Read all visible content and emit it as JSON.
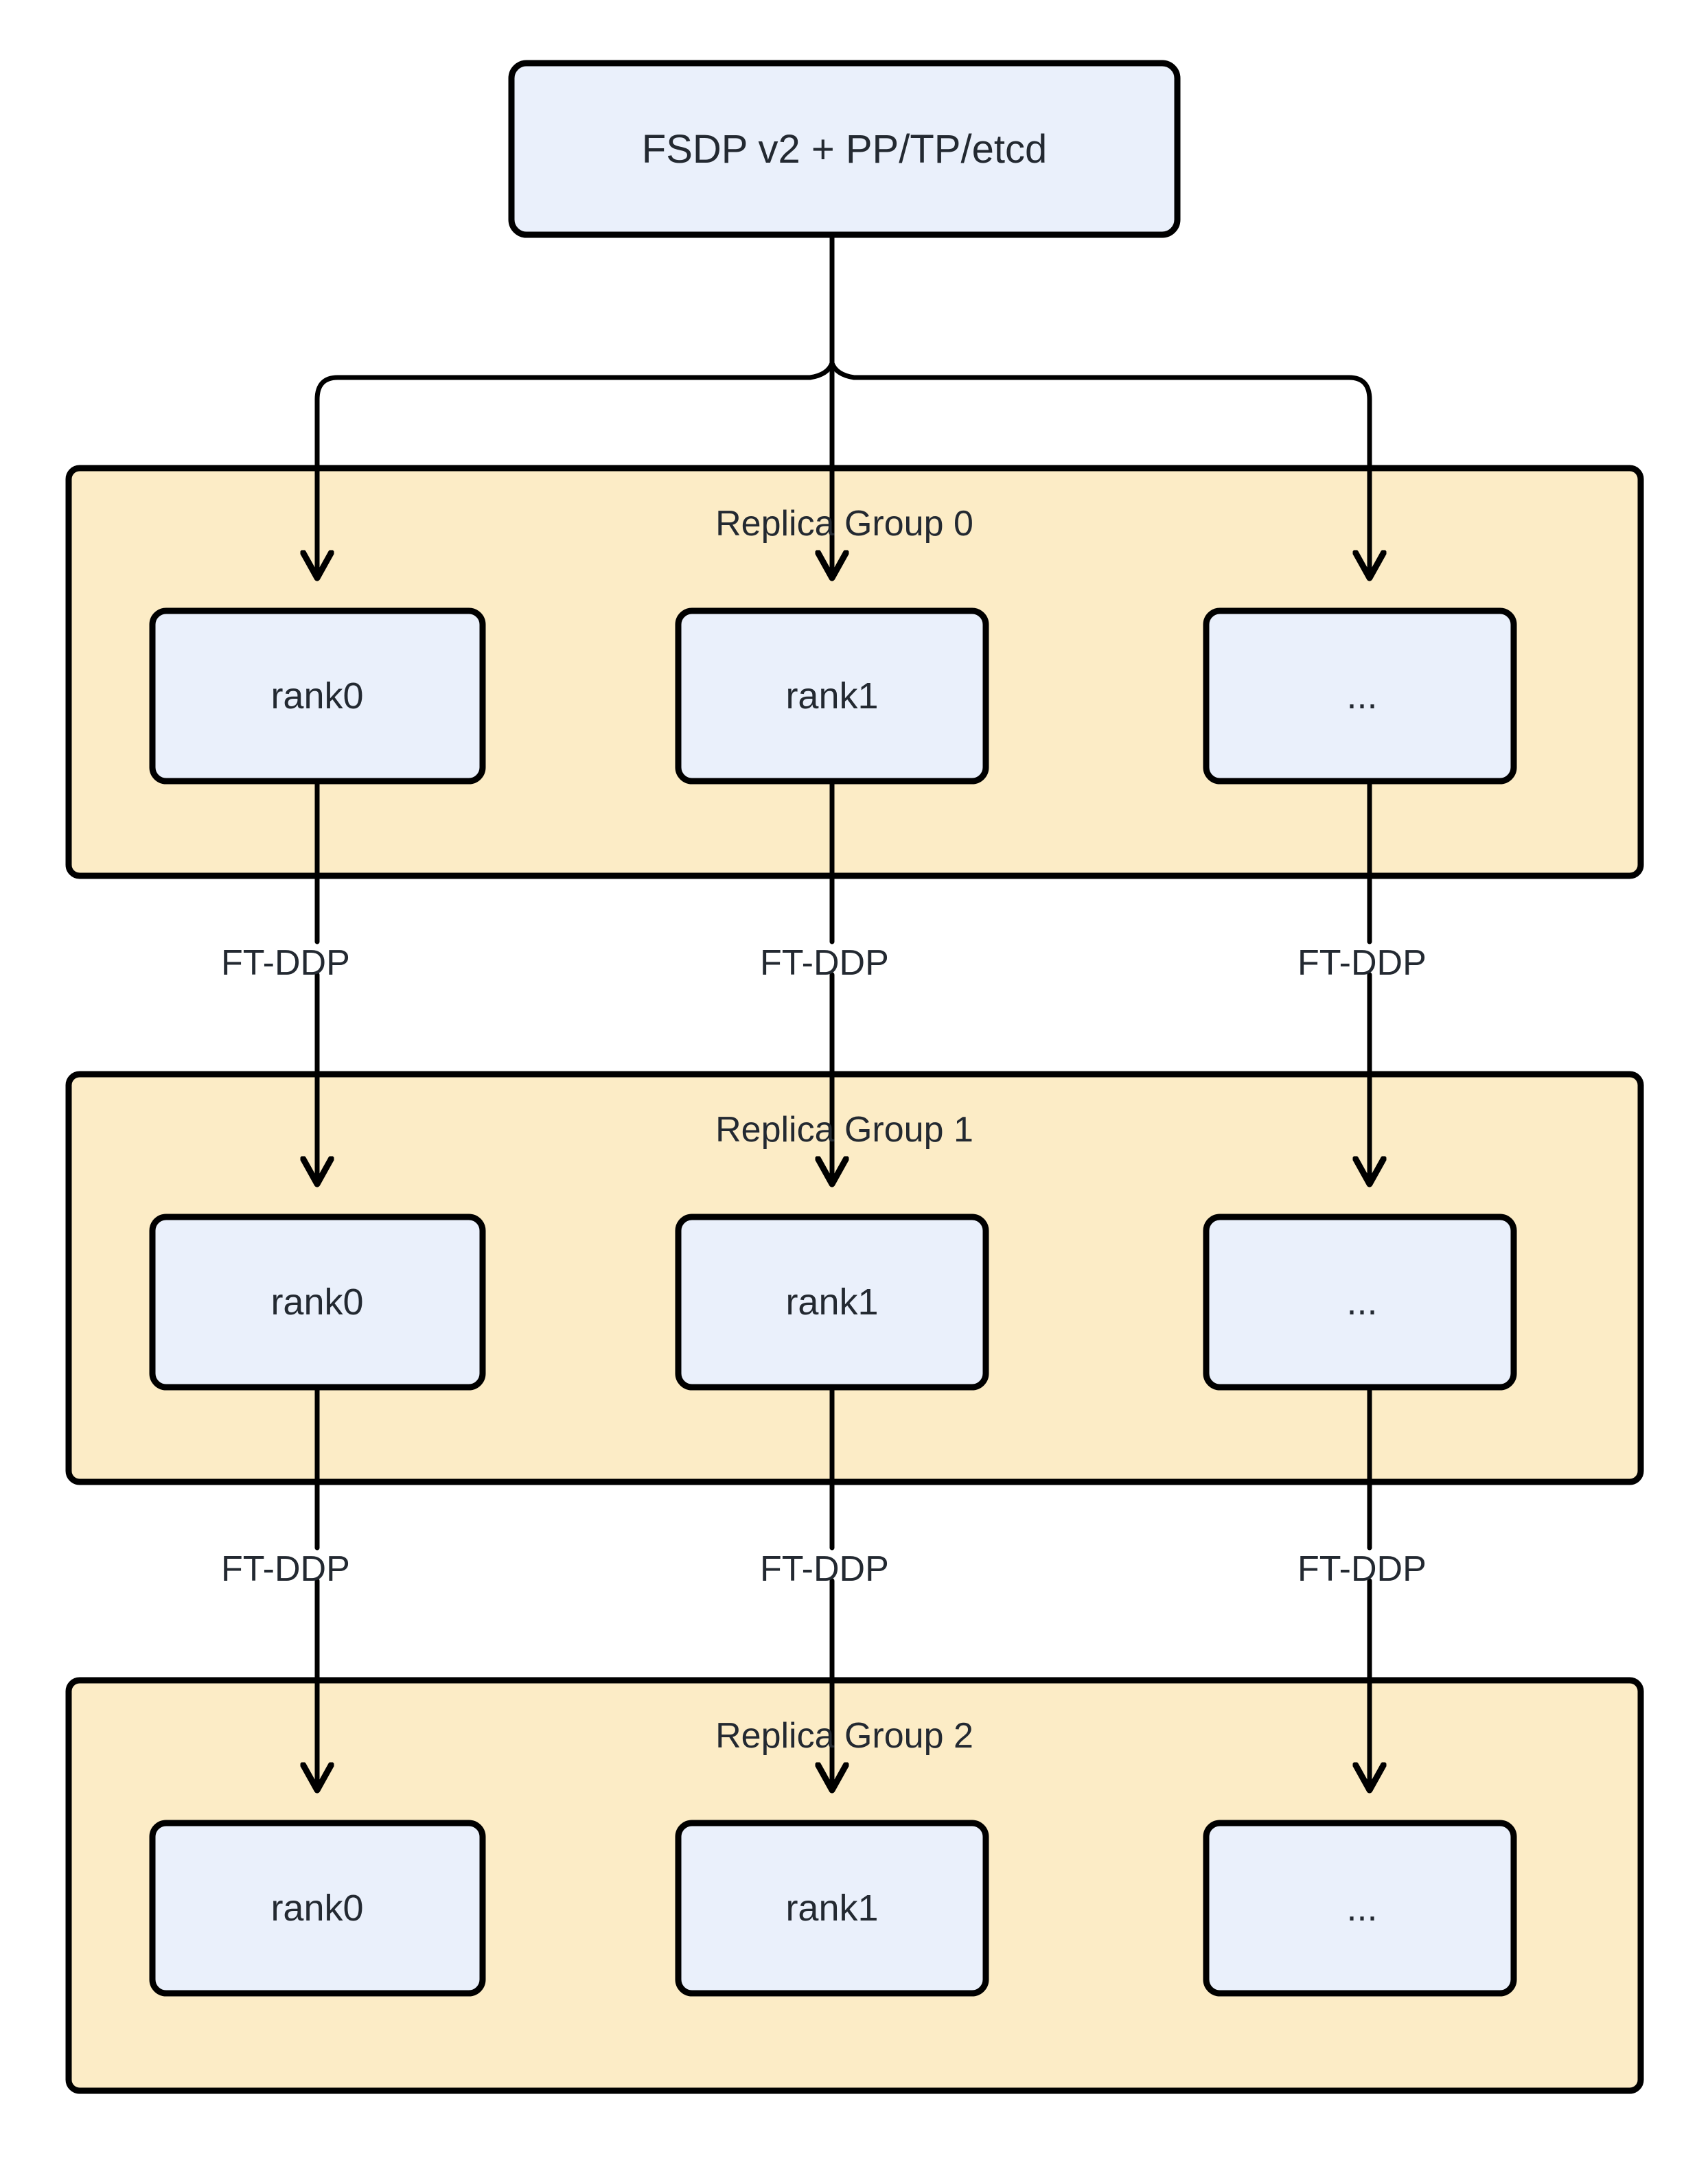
{
  "diagram": {
    "title_node": {
      "label": "FSDP v2 + PP/TP/etcd"
    },
    "colors": {
      "node_fill": "#eaf0fb",
      "group_fill": "#fcecc6",
      "stroke": "#000000",
      "text": "#232931",
      "background": "#ffffff"
    },
    "groups": [
      {
        "label": "Replica Group 0",
        "nodes": [
          {
            "label": "rank0"
          },
          {
            "label": "rank1"
          },
          {
            "label": "..."
          }
        ]
      },
      {
        "label": "Replica Group 1",
        "nodes": [
          {
            "label": "rank0"
          },
          {
            "label": "rank1"
          },
          {
            "label": "..."
          }
        ]
      },
      {
        "label": "Replica Group 2",
        "nodes": [
          {
            "label": "rank0"
          },
          {
            "label": "rank1"
          },
          {
            "label": "..."
          }
        ]
      }
    ],
    "edge_labels": {
      "row0": [
        "FT-DDP",
        "FT-DDP",
        "FT-DDP"
      ],
      "row1": [
        "FT-DDP",
        "FT-DDP",
        "FT-DDP"
      ]
    }
  }
}
